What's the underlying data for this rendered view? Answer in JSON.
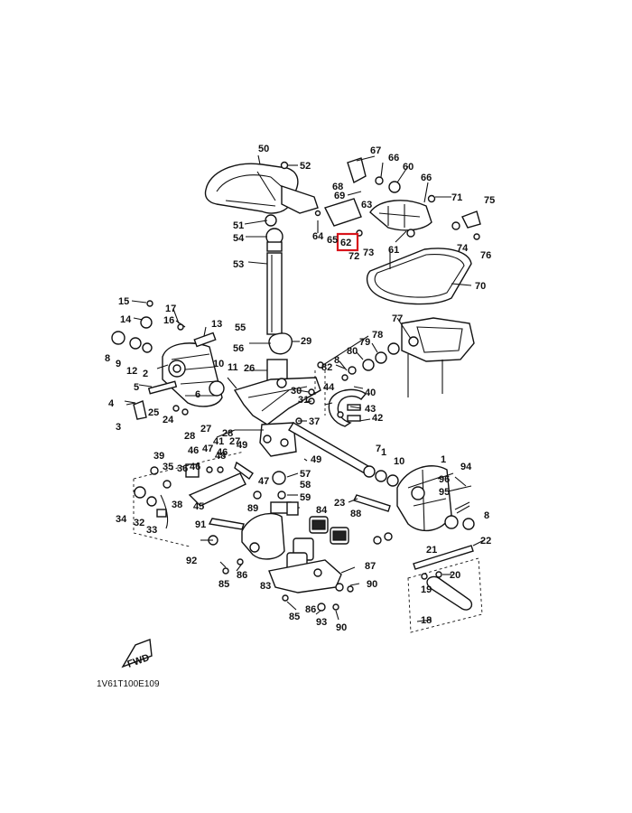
{
  "diagram": {
    "callouts": [
      "50",
      "52",
      "67",
      "66",
      "60",
      "68",
      "69",
      "63",
      "71",
      "75",
      "51",
      "54",
      "64",
      "65",
      "62",
      "73",
      "72",
      "61",
      "74",
      "76",
      "53",
      "70",
      "15",
      "14",
      "17",
      "16",
      "13",
      "55",
      "29",
      "77",
      "8",
      "9",
      "12",
      "2",
      "56",
      "26",
      "78",
      "79",
      "80",
      "82",
      "10",
      "11",
      "5",
      "4",
      "3",
      "25",
      "24",
      "6",
      "44",
      "40",
      "30",
      "31",
      "43",
      "42",
      "27",
      "28",
      "37",
      "41",
      "46",
      "49",
      "7",
      "39",
      "35",
      "36",
      "47",
      "48",
      "57",
      "58",
      "59",
      "1",
      "94",
      "96",
      "95",
      "23",
      "88",
      "84",
      "89",
      "45",
      "91",
      "34",
      "32",
      "33",
      "38",
      "92",
      "86",
      "85",
      "83",
      "87",
      "90",
      "93",
      "21",
      "22",
      "20",
      "19",
      "18"
    ],
    "highlighted_callout": "62",
    "fwd_label": "FWD",
    "drawing_code": "1V61T100E109"
  }
}
